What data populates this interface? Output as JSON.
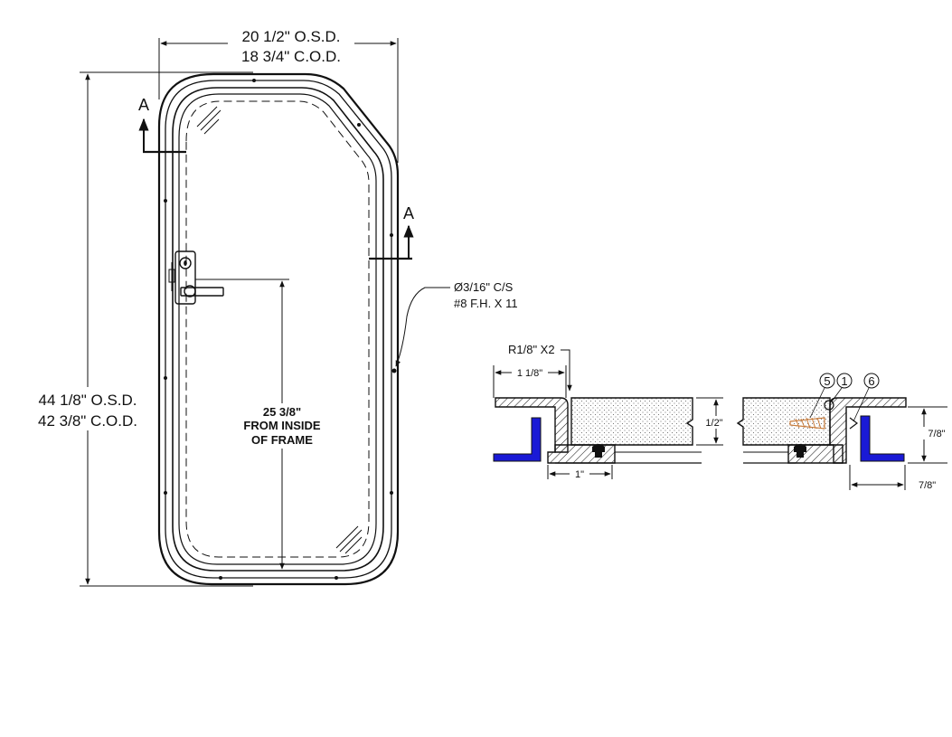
{
  "dimensions": {
    "width_osd": "20 1/2\" O.S.D.",
    "width_cod": "18 3/4\" C.O.D.",
    "height_osd": "44 1/8\" O.S.D.",
    "height_cod": "42 3/8\" C.O.D.",
    "handle_height_line1": "25 3/8\"",
    "handle_height_line2": "FROM INSIDE",
    "handle_height_line3": "OF FRAME"
  },
  "section_marks": {
    "left": "A",
    "right": "A"
  },
  "fastener_note": {
    "line1": "Ø3/16\" C/S",
    "line2": "#8 F.H. X 11"
  },
  "detail": {
    "radius_note": "R1/8\" X2",
    "flange_width": "1 1/8\"",
    "panel_thickness": "1/2\"",
    "channel_width": "1\"",
    "frame_height": "7/8\"",
    "angle_width": "7/8\"",
    "callouts": [
      "5",
      "1",
      "6"
    ]
  },
  "colors": {
    "line": "#111111",
    "angle_blue": "#1a1ad6",
    "screw": "#c87b3a"
  }
}
